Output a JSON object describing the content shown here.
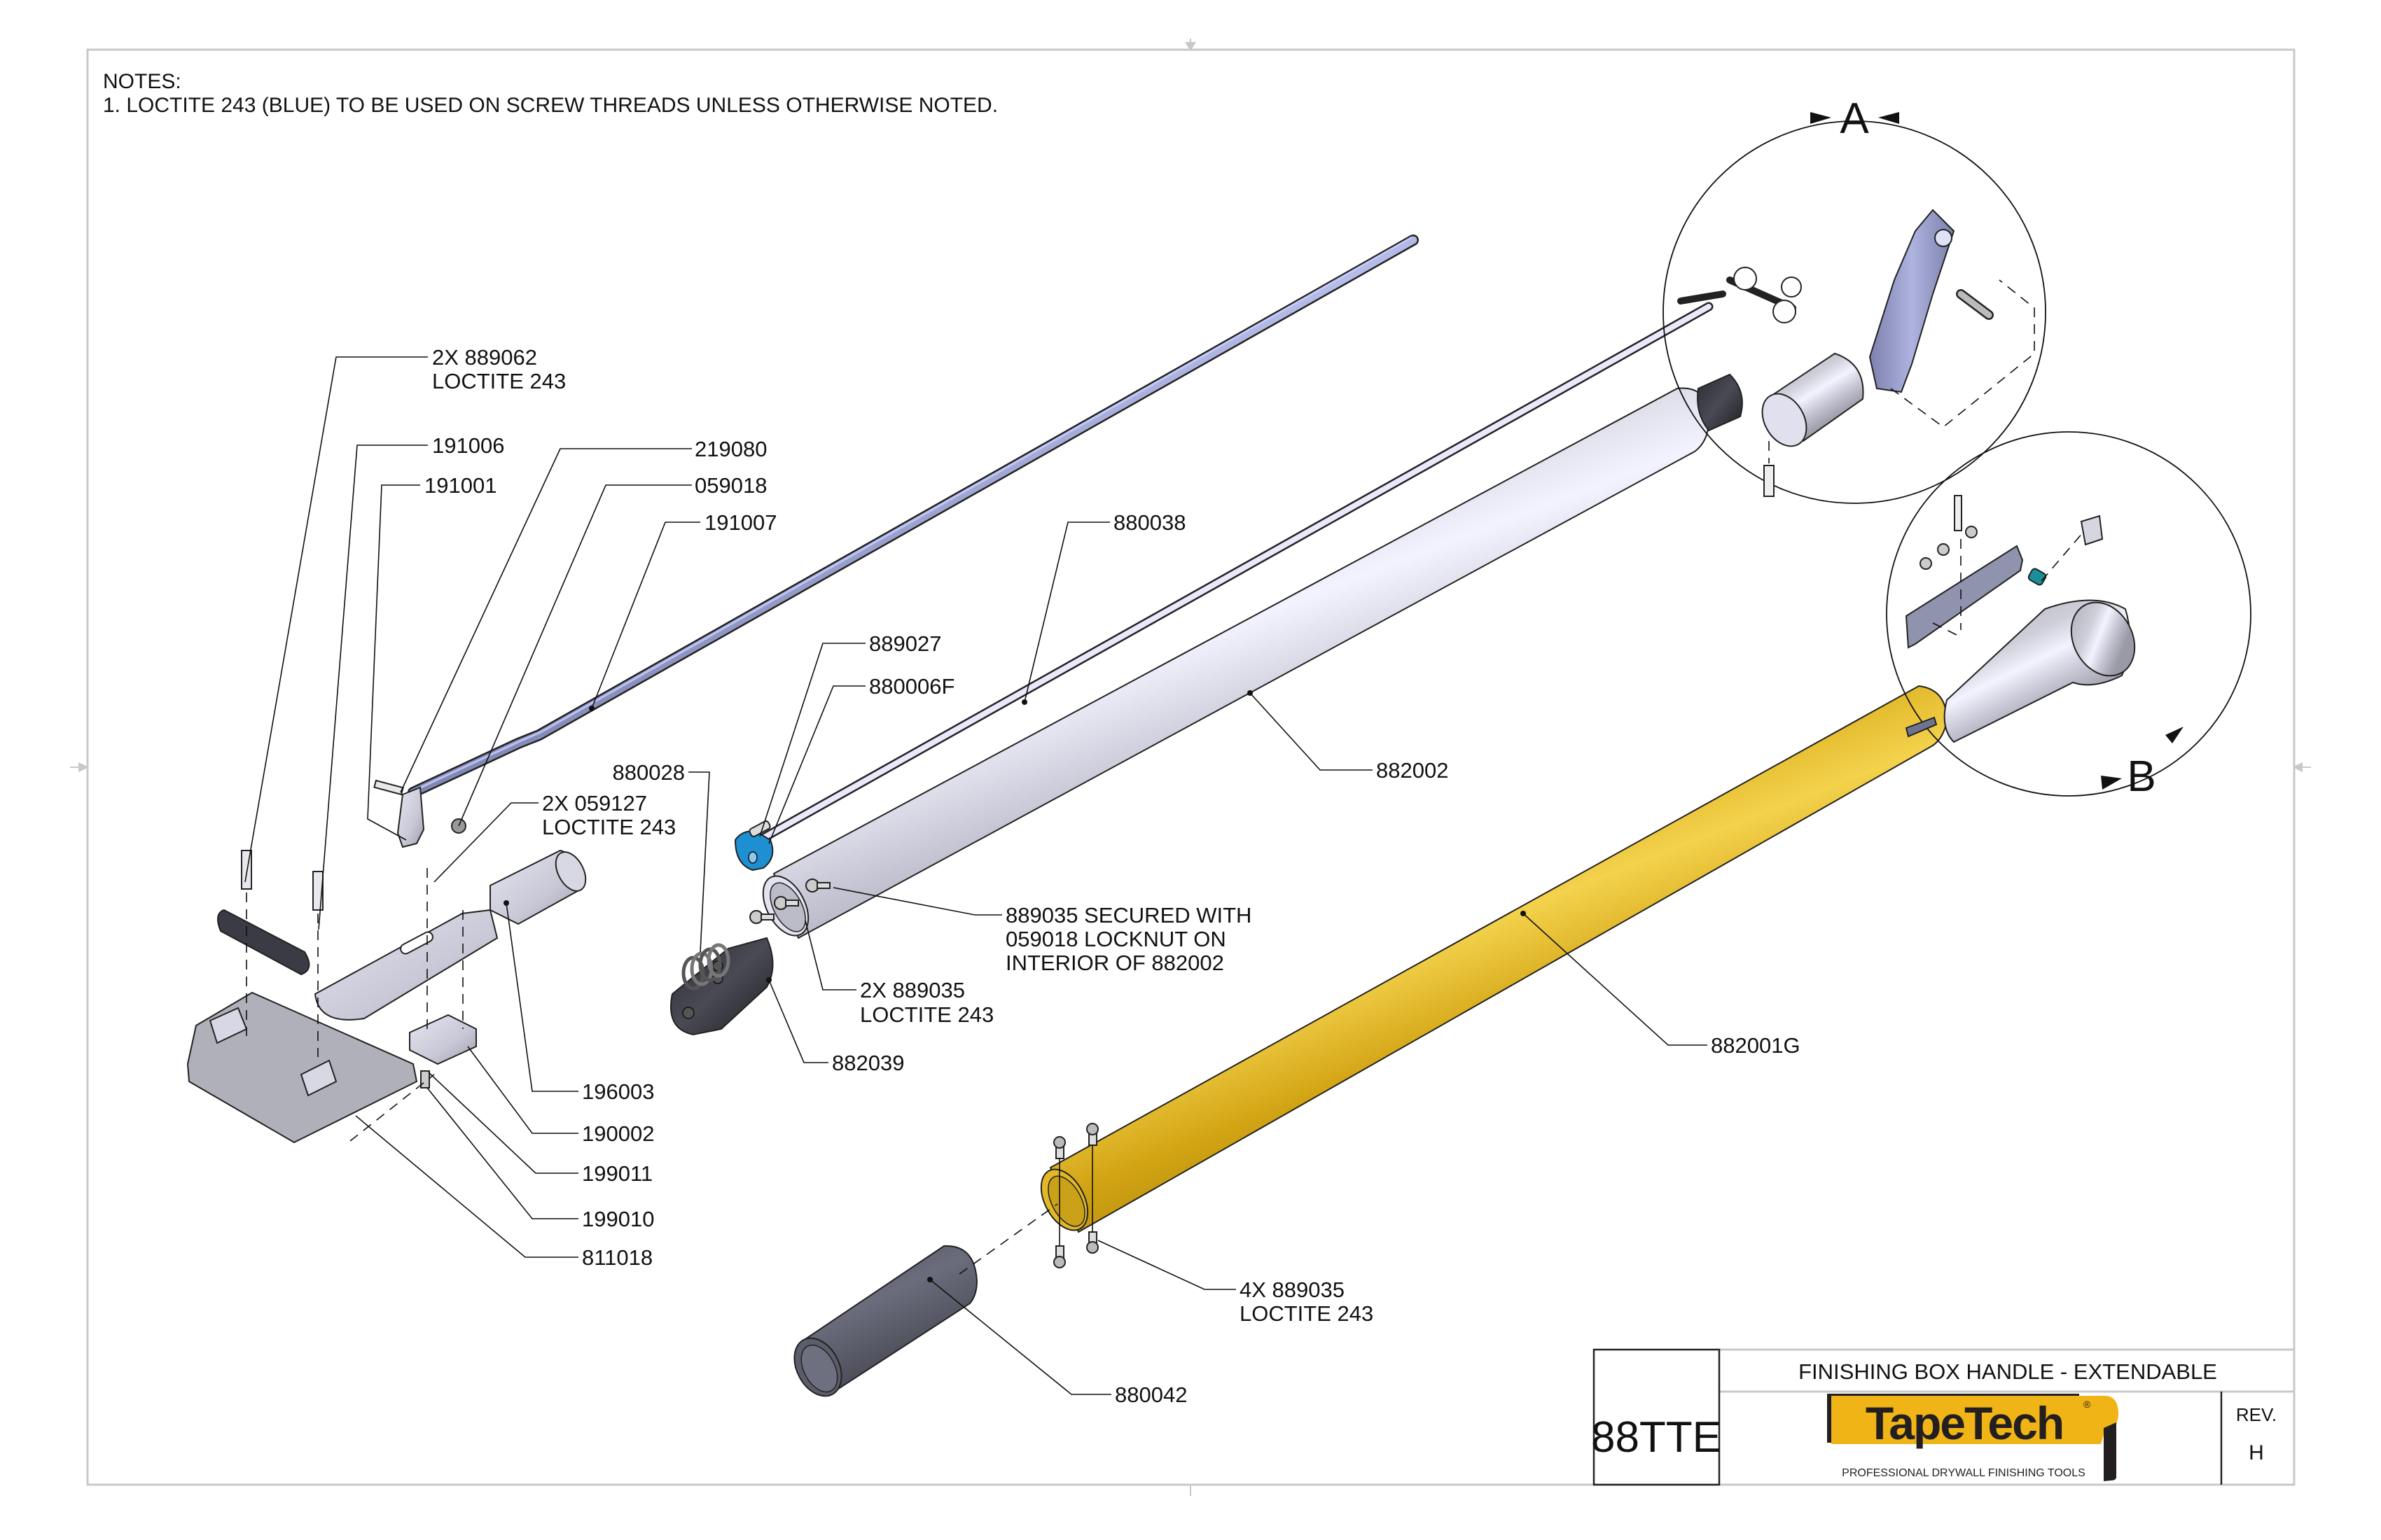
{
  "notes": {
    "heading": "NOTES:",
    "items": [
      "1.  LOCTITE 243 (BLUE) TO BE USED ON SCREW THREADS UNLESS OTHERWISE NOTED."
    ]
  },
  "details": {
    "a": {
      "label": "A"
    },
    "b": {
      "label": "B"
    }
  },
  "callouts": [
    {
      "id": "889062",
      "lines": [
        "2X 889062",
        "LOCTITE 243"
      ]
    },
    {
      "id": "191006",
      "lines": [
        "191006"
      ]
    },
    {
      "id": "191001",
      "lines": [
        "191001"
      ]
    },
    {
      "id": "219080",
      "lines": [
        "219080"
      ]
    },
    {
      "id": "059018",
      "lines": [
        "059018"
      ]
    },
    {
      "id": "191007",
      "lines": [
        "191007"
      ]
    },
    {
      "id": "880038",
      "lines": [
        "880038"
      ]
    },
    {
      "id": "889027",
      "lines": [
        "889027"
      ]
    },
    {
      "id": "880006F",
      "lines": [
        "880006F"
      ]
    },
    {
      "id": "880028",
      "lines": [
        "880028"
      ]
    },
    {
      "id": "059127",
      "lines": [
        "2X 059127",
        "LOCTITE 243"
      ]
    },
    {
      "id": "882002",
      "lines": [
        "882002"
      ]
    },
    {
      "id": "889035-locknut",
      "lines": [
        "889035 SECURED WITH",
        "059018 LOCKNUT ON",
        "INTERIOR OF 882002"
      ]
    },
    {
      "id": "889035-2x",
      "lines": [
        "2X 889035",
        "LOCTITE 243"
      ]
    },
    {
      "id": "882039",
      "lines": [
        "882039"
      ]
    },
    {
      "id": "196003",
      "lines": [
        "196003"
      ]
    },
    {
      "id": "190002",
      "lines": [
        "190002"
      ]
    },
    {
      "id": "199011",
      "lines": [
        "199011"
      ]
    },
    {
      "id": "199010",
      "lines": [
        "199010"
      ]
    },
    {
      "id": "811018",
      "lines": [
        "811018"
      ]
    },
    {
      "id": "882001G",
      "lines": [
        "882001G"
      ]
    },
    {
      "id": "889035-4x",
      "lines": [
        "4X 889035",
        "LOCTITE 243"
      ]
    },
    {
      "id": "880042",
      "lines": [
        "880042"
      ]
    }
  ],
  "title_block": {
    "part_number": "88TTE",
    "title": "FINISHING BOX HANDLE - EXTENDABLE",
    "rev_label": "REV.",
    "rev_value": "H",
    "logo": {
      "brand": "TapeTech",
      "registered": "®",
      "tagline": "PROFESSIONAL DRYWALL FINISHING TOOLS"
    }
  },
  "colors": {
    "yellow_tube": "#d4a414",
    "yellow_highlight": "#f4d04a",
    "gray_tube": "#c9c9d3",
    "gray_highlight": "#eeeefa",
    "blue_rod": "#8c93c4",
    "cam_blue": "#1e8fd0",
    "teal_bushing": "#1a8f9a",
    "grip": "#5c5e6c",
    "black_part": "#2a2a2e",
    "logo_yellow": "#f0b416",
    "logo_dark": "#231f20",
    "frame": "#c8c8c8"
  }
}
